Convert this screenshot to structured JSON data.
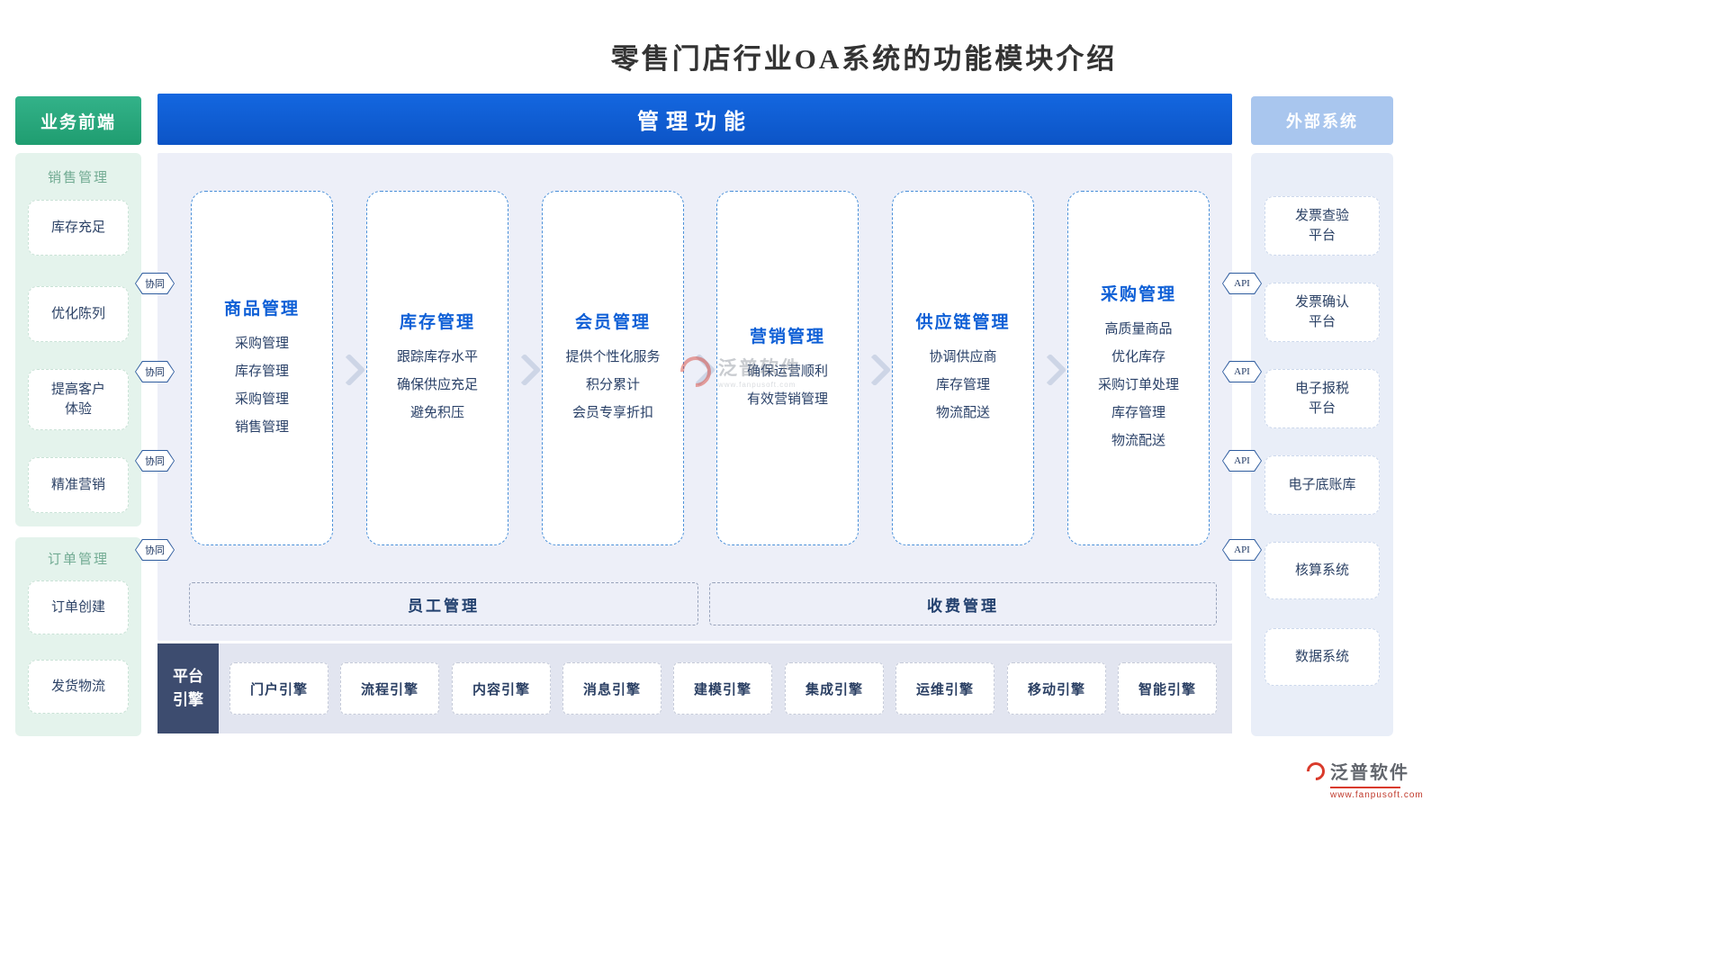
{
  "title": "零售门店行业OA系统的功能模块介绍",
  "left_column": {
    "header": "业务前端",
    "groups": [
      {
        "label": "销售管理",
        "items": [
          "库存充足",
          "优化陈列",
          "提高客户\n体验",
          "精准营销"
        ]
      },
      {
        "label": "订单管理",
        "items": [
          "订单创建",
          "发货物流"
        ]
      }
    ]
  },
  "center": {
    "header": "管理功能",
    "cards": [
      {
        "title": "商品管理",
        "items": [
          "采购管理",
          "库存管理",
          "采购管理",
          "销售管理"
        ]
      },
      {
        "title": "库存管理",
        "items": [
          "跟踪库存水平",
          "确保供应充足",
          "避免积压"
        ]
      },
      {
        "title": "会员管理",
        "items": [
          "提供个性化服务",
          "积分累计",
          "会员专享折扣"
        ]
      },
      {
        "title": "营销管理",
        "items": [
          "确保运营顺利",
          "有效营销管理"
        ]
      },
      {
        "title": "供应链管理",
        "items": [
          "协调供应商",
          "库存管理",
          "物流配送"
        ]
      },
      {
        "title": "采购管理",
        "items": [
          "高质量商品",
          "优化库存",
          "采购订单处理",
          "库存管理",
          "物流配送"
        ]
      }
    ],
    "wide_boxes": [
      "员工管理",
      "收费管理"
    ],
    "platform": {
      "header": "平台引擎",
      "engines": [
        "门户引擎",
        "流程引擎",
        "内容引擎",
        "消息引擎",
        "建模引擎",
        "集成引擎",
        "运维引擎",
        "移动引擎",
        "智能引擎"
      ]
    }
  },
  "right_column": {
    "header": "外部系统",
    "items": [
      "发票查验\n平台",
      "发票确认\n平台",
      "电子报税\n平台",
      "电子底账库",
      "核算系统",
      "数据系统"
    ]
  },
  "connectors": {
    "left_badge": "协同",
    "right_badge": "API"
  },
  "watermark": {
    "name": "泛普软件"
  },
  "footer": {
    "brand": "泛普软件",
    "url": "www.fanpusoft.com"
  },
  "colors": {
    "green_header": "#27a77a",
    "green_panel": "#e4f3ec",
    "blue_header": "#0f60d8",
    "center_panel": "#edeff8",
    "right_header": "#a9c6ee",
    "right_panel": "#e9eef8",
    "card_border": "#4a90d9",
    "text_navy": "#2a4168",
    "platform_bg": "#3d4c6f",
    "brand_red": "#d93a2b"
  }
}
